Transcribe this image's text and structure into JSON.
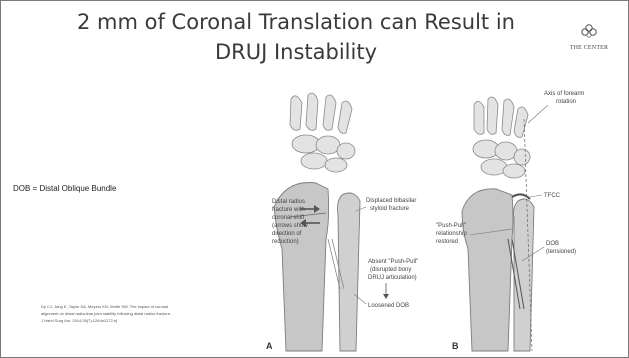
{
  "slide": {
    "title_line1": "2 mm of Coronal Translation can Result in",
    "title_line2": "DRUJ Instability",
    "logo_text": "THE CENTER",
    "definition": "DOB = Distal Oblique Bundle",
    "citation": [
      "Dy CJ, Jang E, Taylor SA, Meyers KN, Wolfe SW. The impact of coronal",
      "alignment on distal radioulnar joint stability following distal radius fracture.",
      "J Hand Surg Am. 2014;39(7):1264e1272.e]"
    ]
  },
  "figure": {
    "panel_a": {
      "letter": "A",
      "label_fracture": [
        "Distal radius",
        "fracture with",
        "coronal shift",
        "(arrows show",
        "direction of",
        "reduction)"
      ],
      "label_styloid": [
        "Displaced bibasilar",
        "styloid fracture"
      ],
      "label_pushpull": [
        "Absent \"Push-Pull\"",
        "(disrupted bony",
        "DRUJ articulation)"
      ],
      "label_dob": "Loosened DOB"
    },
    "panel_b": {
      "letter": "B",
      "label_axis": [
        "Axis of forearm",
        "rotation"
      ],
      "label_tfcc": "TFCC",
      "label_pushpull": [
        "\"Push-Pull\"",
        "relationship",
        "restored"
      ],
      "label_dob": [
        "DOB",
        "(tensioned)"
      ]
    }
  }
}
